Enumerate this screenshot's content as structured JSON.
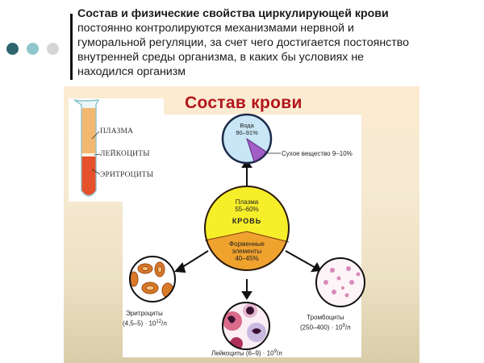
{
  "bullets": {
    "colors": [
      "#2e6670",
      "#8fc8cc",
      "#d6d6d6"
    ]
  },
  "intro": {
    "heading": "Состав и физические свойства циркулирующей крови",
    "lines": [
      "постоянно контролируются механизмами нервной и",
      "гуморальной регуляции, за счет чего достигается постоянство",
      "внутренней среды организма, в каких бы условиях не",
      "находился организм"
    ]
  },
  "diagram": {
    "title": "Состав крови",
    "title_color": "#b3151b",
    "test_tube": {
      "labels": [
        "ПЛАЗМА",
        "ЛЕЙКОЦИТЫ",
        "ЭРИТРОЦИТЫ"
      ],
      "colors": {
        "plasma": "#f2b872",
        "leukocytes": "#fbf3e4",
        "erythrocytes": "#e4512a"
      }
    },
    "water_circle": {
      "label": "Вода",
      "value": "90–91%",
      "dry_matter_label": "Сухое вещество 9–10%"
    },
    "blood_circle": {
      "plasma_label": "Плазма",
      "plasma_value": "55–60%",
      "center_label": "КРОВЬ",
      "formed_label_1": "Форменные",
      "formed_label_2": "элементы",
      "formed_value": "40–45%"
    },
    "cells": {
      "erythrocytes": {
        "name": "Эритроциты",
        "count_base": "(4,5–5) · 10",
        "exp": "12",
        "unit": "/л"
      },
      "leukocytes": {
        "name": "Лейкоциты (6–9) · 10",
        "exp": "9",
        "unit": "/л"
      },
      "platelets": {
        "name": "Тромбоциты",
        "count_base": "(250–400) · 10",
        "exp": "9",
        "unit": "/л"
      }
    }
  }
}
